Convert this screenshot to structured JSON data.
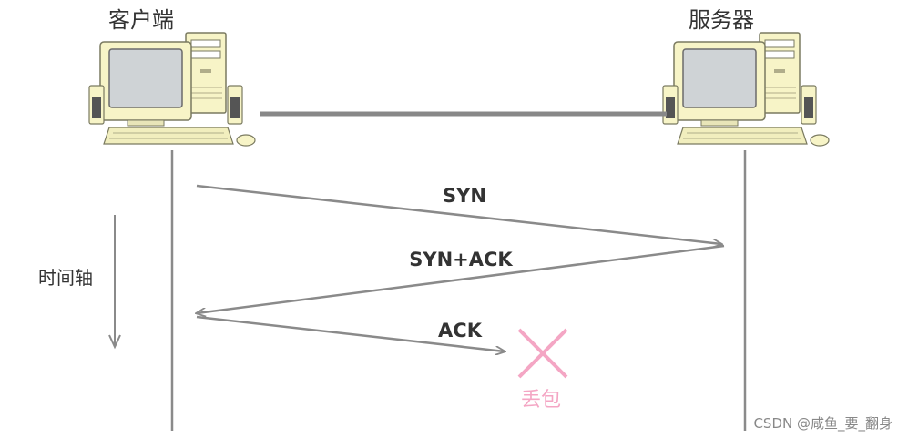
{
  "client": {
    "label": "客户端"
  },
  "server": {
    "label": "服务器"
  },
  "timeline": {
    "label": "时间轴"
  },
  "packets": {
    "syn": "SYN",
    "synack": "SYN+ACK",
    "ack": "ACK"
  },
  "loss": {
    "label": "丢包",
    "color": "#f4a6c4"
  },
  "watermark": {
    "text": "CSDN @咸鱼_要_翻身"
  },
  "colors": {
    "line": "#8a8a8a",
    "computer_body": "#f7f4c7",
    "computer_outline": "#8a8a70",
    "screen": "#cfd3d6",
    "text": "#333333"
  }
}
